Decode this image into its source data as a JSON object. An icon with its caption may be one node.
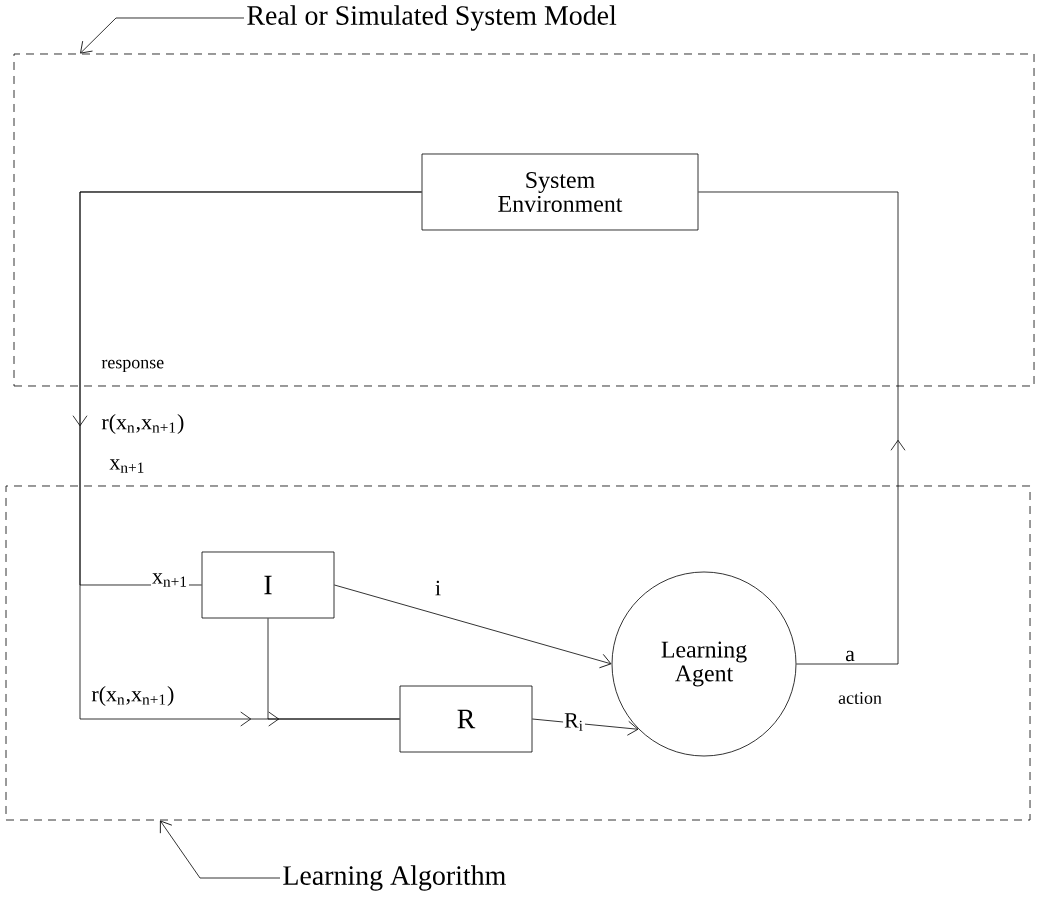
{
  "diagram": {
    "nodes": [
      {
        "text": [],
        "shape": "box"
      },
      {
        "text": [
          "System Environment"
        ],
        "in": 0
      },
      {
        "text": [],
        "shape": "box"
      },
      {
        "text": [
          "I"
        ],
        "in": 2
      },
      {
        "text": [
          "R"
        ],
        "in": 2
      },
      {
        "text": [
          "Learning Agent"
        ],
        "in": 2
      },
      {
        "text": [
          "Real or Simulated System Model"
        ]
      },
      {
        "text": [
          "Learning Algorithm"
        ]
      }
    ],
    "edges": [
      {
        "from": 1,
        "to": 3,
        "arrow": "to",
        "label": "x$_{n+1}$"
      },
      {
        "from": 1,
        "to": 4,
        "arrow": "to",
        "label": "r(x$_{n}$,x$_{n+1}$)"
      },
      {
        "from": 3,
        "to": 4,
        "arrow": "to"
      },
      {
        "from": 3,
        "to": 5,
        "arrow": "to",
        "label": "i"
      },
      {
        "from": 4,
        "to": 5,
        "arrow": "to",
        "label": "R$_{i}$"
      },
      {
        "from": 5,
        "to": 1,
        "arrow": "to",
        "label": "a"
      },
      {
        "from": 6,
        "to": 0,
        "arrow": "to"
      },
      {
        "from": 7,
        "to": 2,
        "arrow": "to"
      }
    ],
    "labels": [
      "response",
      "r(x$_{n}$,x$_{n+1}$)",
      "x$_{n+1}$",
      "action"
    ]
  }
}
